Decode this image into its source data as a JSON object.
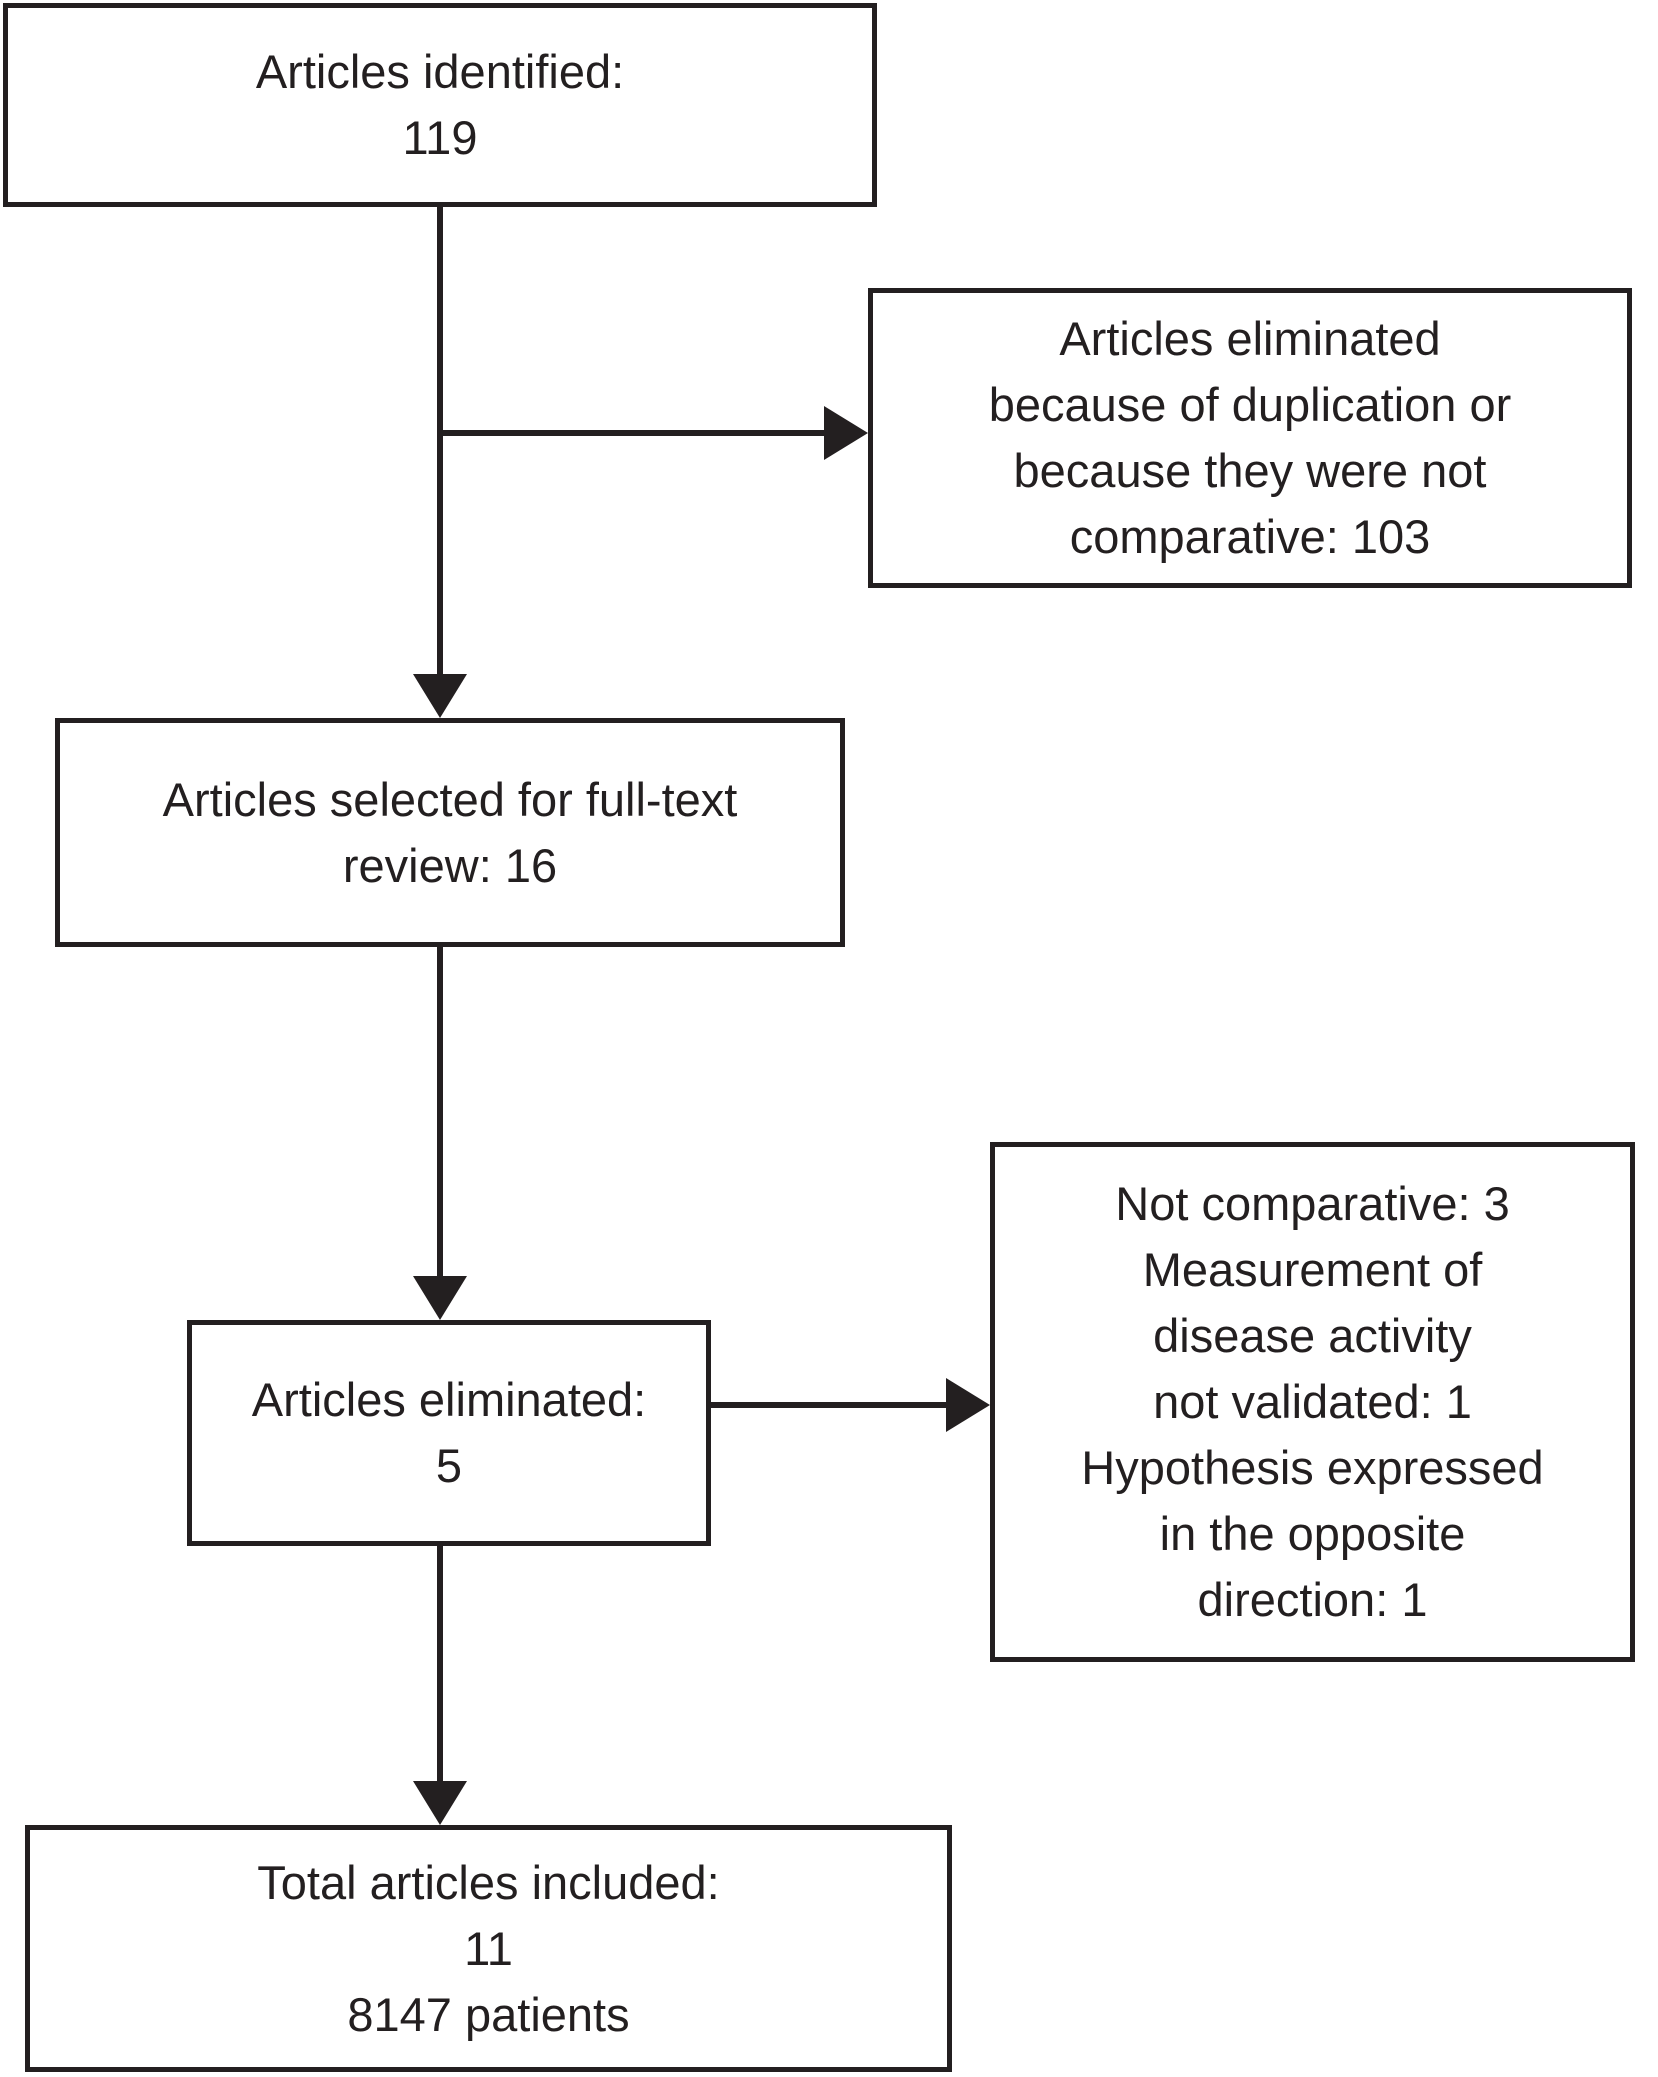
{
  "figure": {
    "kind": "article-selection-flowchart",
    "background_color": "#ffffff",
    "ink_color": "#231f20"
  },
  "boxes": {
    "identified": {
      "lines": [
        "Articles identified:",
        "119"
      ]
    },
    "eliminated_duplicates": {
      "lines": [
        "Articles eliminated",
        "because of duplication or",
        "because they were not",
        "comparative: 103"
      ]
    },
    "fulltext": {
      "lines": [
        "Articles selected for full-text",
        "review: 16"
      ]
    },
    "eliminated_fulltext": {
      "lines": [
        "Articles eliminated:",
        "5"
      ]
    },
    "elimination_reasons": {
      "lines": [
        "Not comparative: 3",
        "Measurement of",
        "disease activity",
        "not validated: 1",
        "Hypothesis expressed",
        "in the opposite",
        "direction: 1"
      ]
    },
    "included": {
      "lines": [
        "Total articles included:",
        "11",
        "8147 patients"
      ]
    }
  }
}
